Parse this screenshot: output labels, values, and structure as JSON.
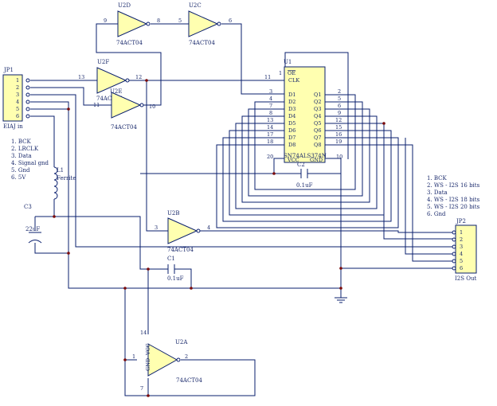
{
  "colors": {
    "wire": "#0a1f6e",
    "body_fill": "#ffffb0",
    "label": "#1a2a6c",
    "junction": "#7a0a0a"
  },
  "jp1": {
    "ref": "JP1",
    "name": "EIAJ in",
    "pins": [
      "1",
      "2",
      "3",
      "4",
      "5",
      "6"
    ],
    "legend": [
      "1. BCK",
      "2. LRCLK",
      "3. Data",
      "4. Signal gnd",
      "5. Gnd",
      "6. 5V"
    ]
  },
  "jp2": {
    "ref": "JP2",
    "name": "I2S Out",
    "pins": [
      "1",
      "2",
      "3",
      "4",
      "5",
      "6"
    ],
    "legend": [
      "1. BCK",
      "2. WS - I2S 16 bits",
      "3. Data",
      "4. WS - I2S 18 bits",
      "5. WS - I2S 20 bits",
      "6. Gnd"
    ]
  },
  "l1": {
    "ref": "L1",
    "value": "Ferrite"
  },
  "c3": {
    "ref": "C3",
    "value": "22uF"
  },
  "c1": {
    "ref": "C1",
    "value": "0.1uF"
  },
  "c2": {
    "ref": "C2",
    "value": "0.1uF"
  },
  "u1": {
    "ref": "U1",
    "part": "SN74ALS374N",
    "left_pins": [
      {
        "num": "11",
        "name": "CLK"
      },
      {
        "num": "3",
        "name": "D1"
      },
      {
        "num": "4",
        "name": "D2"
      },
      {
        "num": "7",
        "name": "D3"
      },
      {
        "num": "8",
        "name": "D4"
      },
      {
        "num": "13",
        "name": "D5"
      },
      {
        "num": "14",
        "name": "D6"
      },
      {
        "num": "17",
        "name": "D7"
      },
      {
        "num": "18",
        "name": "D8"
      }
    ],
    "right_pins": [
      {
        "num": "2",
        "name": "Q1"
      },
      {
        "num": "5",
        "name": "Q2"
      },
      {
        "num": "6",
        "name": "Q3"
      },
      {
        "num": "9",
        "name": "Q4"
      },
      {
        "num": "12",
        "name": "Q5"
      },
      {
        "num": "15",
        "name": "Q6"
      },
      {
        "num": "16",
        "name": "Q7"
      },
      {
        "num": "19",
        "name": "Q8"
      }
    ],
    "oe_label": "OE",
    "oe_pin": "1",
    "vcc_label": "VCC",
    "vcc_pin": "20",
    "gnd_label": "GND",
    "gnd_pin": "10"
  },
  "gates": [
    {
      "ref": "U2D",
      "part": "74ACT04",
      "in_pin": "9",
      "out_pin": "8"
    },
    {
      "ref": "U2C",
      "part": "74ACT04",
      "in_pin": "5",
      "out_pin": "6"
    },
    {
      "ref": "U2F",
      "part": "74ACT04",
      "in_pin": "13",
      "out_pin": "12"
    },
    {
      "ref": "U2E",
      "part": "74ACT04",
      "in_pin": "11",
      "out_pin": "10"
    },
    {
      "ref": "U2B",
      "part": "74ACT04",
      "in_pin": "3",
      "out_pin": "4"
    },
    {
      "ref": "U2A",
      "part": "74ACT04",
      "in_pin": "1",
      "out_pin": "2"
    }
  ],
  "u2a_power": {
    "vcc_pin": "14",
    "gnd_pin": "7",
    "vcc_label": "VCC",
    "gnd_label": "GND"
  }
}
